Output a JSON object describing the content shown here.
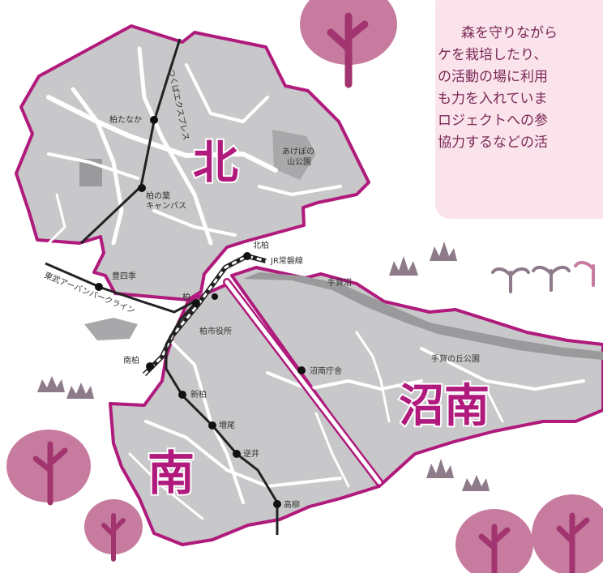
{
  "callout": {
    "lines": [
      "森を守りながら",
      "ケを栽培したり、",
      "の活動の場に利用",
      "も力を入れていま",
      "ロジェクトへの参",
      "協力するなどの活"
    ]
  },
  "regions": {
    "north": "北",
    "south": "南",
    "shonan": "沼南"
  },
  "rail_lines": {
    "tx": "つくばエクスプレス",
    "jr": "JR常磐線",
    "tobu": "東武アーバンパークライン"
  },
  "stations": {
    "kashiwatanaka": "柏たなか",
    "kashiwanoha": "柏の葉\nキャンパス",
    "kitakashiwa": "北柏",
    "toyoshiki": "豊四季",
    "kashiwa": "柏",
    "minamikashiwa": "南柏",
    "shinkashiwa": "新柏",
    "masuo": "増尾",
    "sakasai": "逆井",
    "takayanagi": "高柳"
  },
  "places": {
    "akebono": "あけぼの\n山公園",
    "cityhall": "柏市役所",
    "shonanoffice": "沼南庁舎",
    "teganuma": "手賀沼",
    "teganooka": "手賀の丘公園"
  },
  "colors": {
    "accent": "#b01a7c",
    "land": "#c8c8ca",
    "water": "#9a9a9c",
    "road": "#ffffff",
    "rail": "#222222",
    "callout_bg": "#fbe3ec",
    "tree_dark": "#a2356f",
    "tree_light": "#c77b9f"
  }
}
